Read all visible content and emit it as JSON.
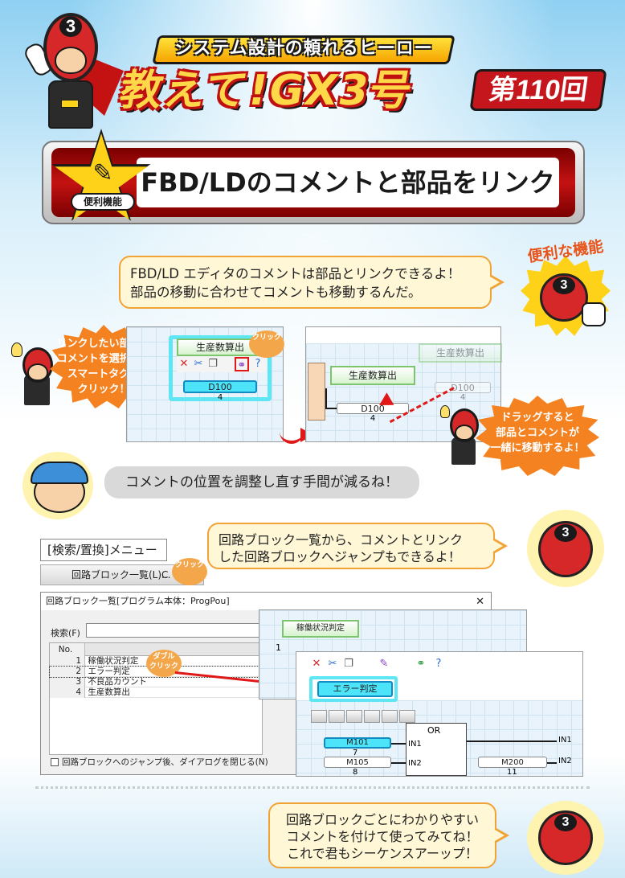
{
  "header": {
    "subtitle": "システム設計の頼れるヒーロー",
    "title": "教えて!GX3号",
    "episode": "第110回",
    "hero_number": "3"
  },
  "title_bar": {
    "category": "便利機能",
    "title": "FBD/LDのコメントと部品をリンク"
  },
  "intro": {
    "speech": "FBD/LD エディタのコメントは部品とリンクできるよ！\n部品の移動に合わせてコメントも移動するんだ。",
    "badge": "便利な機能"
  },
  "step1": {
    "callout": "リンクしたい部品と\nコメントを選択して\nスマートタグを\nクリック！",
    "click_label": "クリック",
    "block_label": "生産数算出",
    "var_label": "D100",
    "var_num": "4"
  },
  "step2": {
    "block_label": "生産数算出",
    "ghost_block_label": "生産数算出",
    "var_label": "D100",
    "var_num": "4",
    "ghost_var_label": "D100",
    "ghost_var_num": "4",
    "callout": "ドラッグすると\n部品とコメントが\n一緒に移動するよ！"
  },
  "boy": {
    "speech": "コメントの位置を調整し直す手間が減るね！"
  },
  "jump": {
    "speech": "回路ブロック一覧から、コメントとリンク\nした回路ブロックへジャンプもできるよ！",
    "menu_label": "[検索/置換]メニュー",
    "menu_item": "回路ブロック一覧(L)...",
    "menu_item_tail": "C",
    "click_label": "クリック",
    "dblclick_label": "ダブル\nクリック",
    "dialog": {
      "title": "回路ブロック一覧[プログラム本体：ProgPou]",
      "close": "✕",
      "search_label": "検索(F)",
      "col_no": "No.",
      "rows": [
        {
          "no": "1",
          "name": "稼働状況判定"
        },
        {
          "no": "2",
          "name": "エラー判定"
        },
        {
          "no": "3",
          "name": "不良品カウント"
        },
        {
          "no": "4",
          "name": "生産数算出"
        }
      ],
      "checkbox_label": "回路ブロックへのジャンプ後、ダイアログを閉じる(N)"
    },
    "editor_back": {
      "block_label": "稼働状況判定",
      "line_num": "1"
    },
    "editor_front": {
      "block_label": "エラー判定",
      "or_label": "OR",
      "vars": [
        {
          "label": "M101",
          "num": "7",
          "pin": "IN1"
        },
        {
          "label": "M105",
          "num": "8",
          "pin": "IN2"
        }
      ],
      "out_var": {
        "label": "M200",
        "num": "11"
      },
      "out_pins": [
        "IN1",
        "IN2"
      ]
    }
  },
  "closing": {
    "speech": "回路ブロックごとにわかりやすい\nコメントを付けて使ってみてね！\nこれで君もシーケンスアーップ！"
  },
  "colors": {
    "hero_red": "#d62828",
    "accent_orange": "#f58220",
    "bubble_fill": "#fff7d6",
    "bubble_border": "#f2a336",
    "title_red": "#c41212",
    "selection_cyan": "#4de3f8"
  }
}
